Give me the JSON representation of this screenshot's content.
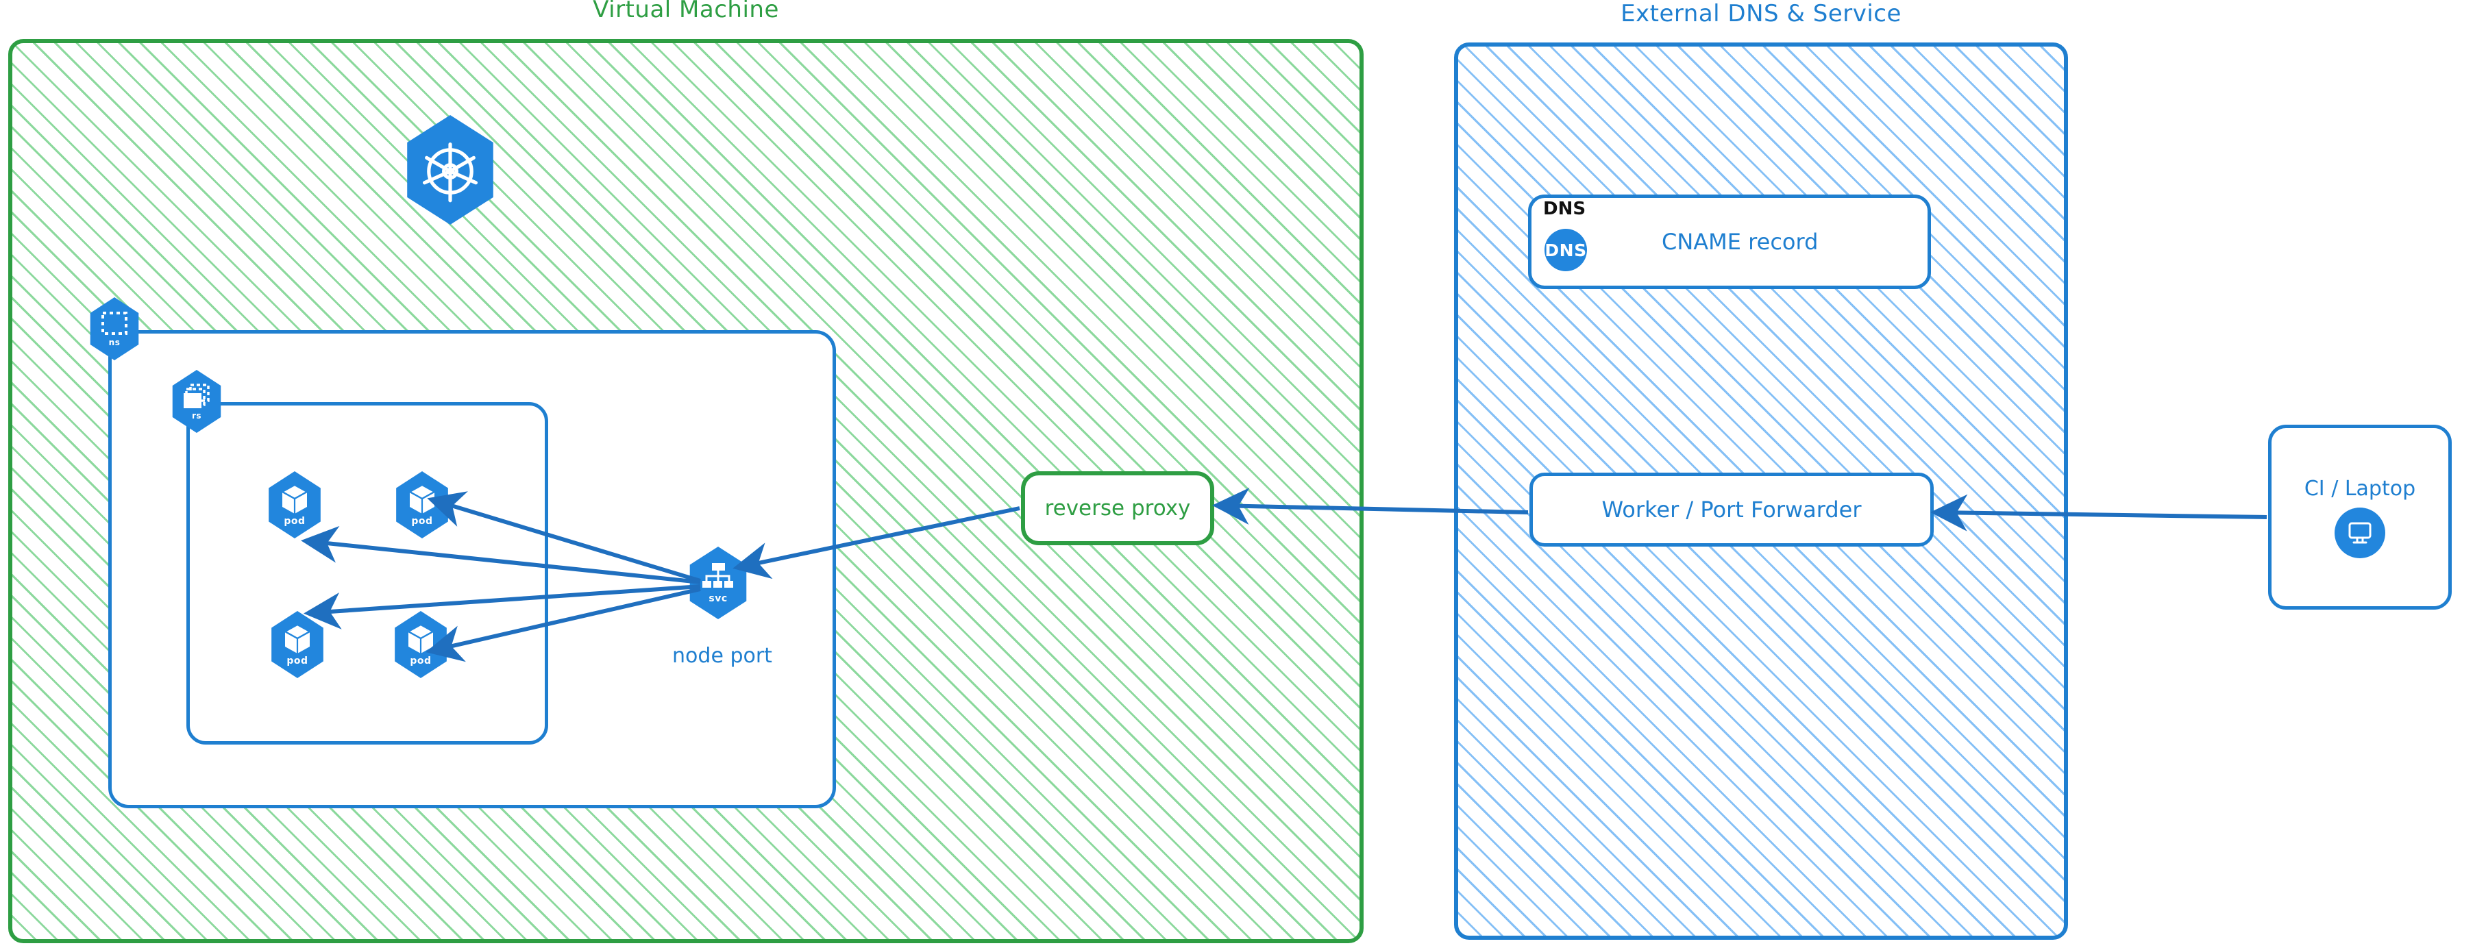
{
  "diagram": {
    "title_left": "Virtual Machine",
    "title_right": "External DNS & Service"
  },
  "vm_panel": {
    "label": "Virtual Machine",
    "accent": "#2e9e43",
    "hatch": "#78d28c",
    "k8s_logo": {
      "icon": "kubernetes-helm-icon"
    },
    "namespace_badge": {
      "caption": "ns",
      "icon": "namespace-dashed-square-icon"
    },
    "replicaset_badge": {
      "caption": "rs",
      "icon": "replicaset-stacked-icon"
    },
    "pods": [
      {
        "caption": "pod",
        "icon": "pod-cube-icon"
      },
      {
        "caption": "pod",
        "icon": "pod-cube-icon"
      },
      {
        "caption": "pod",
        "icon": "pod-cube-icon"
      },
      {
        "caption": "pod",
        "icon": "pod-cube-icon"
      }
    ],
    "service": {
      "caption": "svc",
      "icon": "service-tree-icon",
      "label": "node port"
    },
    "reverse_proxy": {
      "label": "reverse proxy"
    }
  },
  "ext_panel": {
    "label": "External DNS & Service",
    "accent": "#1f7fd0",
    "hatch": "#78b9f5",
    "dns_card": {
      "tag": "DNS",
      "badge_text": "DNS",
      "label": "CNAME record",
      "icon": "dns-circle-icon"
    },
    "worker": {
      "label": "Worker / Port Forwarder"
    }
  },
  "client": {
    "label": "CI / Laptop",
    "icon": "monitor-icon"
  },
  "connections": [
    {
      "from": "svc",
      "to": "pod-1",
      "style": "arrow"
    },
    {
      "from": "svc",
      "to": "pod-2",
      "style": "arrow"
    },
    {
      "from": "svc",
      "to": "pod-3",
      "style": "arrow"
    },
    {
      "from": "svc",
      "to": "pod-4",
      "style": "arrow"
    },
    {
      "from": "reverse-proxy",
      "to": "svc",
      "style": "arrow"
    },
    {
      "from": "worker",
      "to": "reverse-proxy",
      "style": "arrow"
    },
    {
      "from": "ci-laptop",
      "to": "worker",
      "style": "arrow"
    }
  ]
}
